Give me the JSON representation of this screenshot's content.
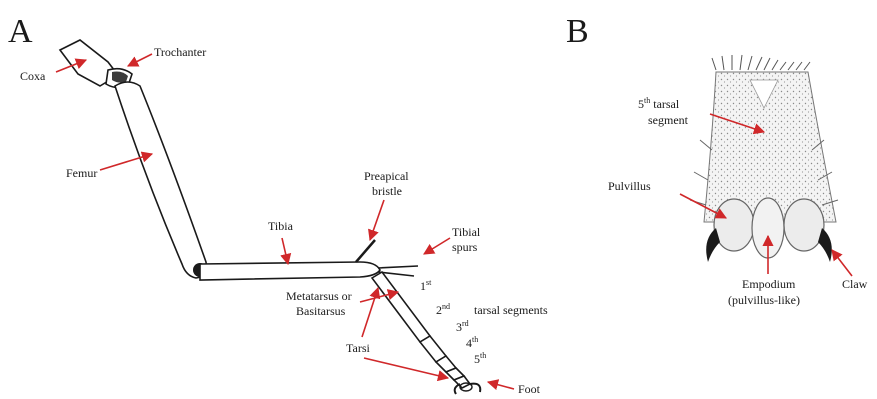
{
  "panels": {
    "a_letter": "A",
    "b_letter": "B"
  },
  "labels_a": {
    "coxa": "Coxa",
    "trochanter": "Trochanter",
    "femur": "Femur",
    "tibia": "Tibia",
    "preapical_line1": "Preapical",
    "preapical_line2": "bristle",
    "tibial_line1": "Tibial",
    "tibial_line2": "spurs",
    "seg1_num": "1",
    "seg1_sup": "st",
    "seg2_num": "2",
    "seg2_sup": "nd",
    "tarsal_segments": "tarsal segments",
    "seg3_num": "3",
    "seg3_sup": "rd",
    "seg4_num": "4",
    "seg4_sup": "th",
    "seg5_num": "5",
    "seg5_sup": "th",
    "metatarsus_line1": "Metatarsus or",
    "metatarsus_line2": "Basitarsus",
    "tarsi": "Tarsi",
    "foot": "Foot"
  },
  "labels_b": {
    "fifth_num": "5",
    "fifth_sup": "th",
    "fifth_rest": " tarsal",
    "segment": "segment",
    "pulvillus": "Pulvillus",
    "empodium_line1": "Empodium",
    "empodium_line2": "(pulvillus-like)",
    "claw": "Claw"
  },
  "colors": {
    "arrow": "#d0282a",
    "ink": "#1a1a1a",
    "background": "#ffffff"
  }
}
